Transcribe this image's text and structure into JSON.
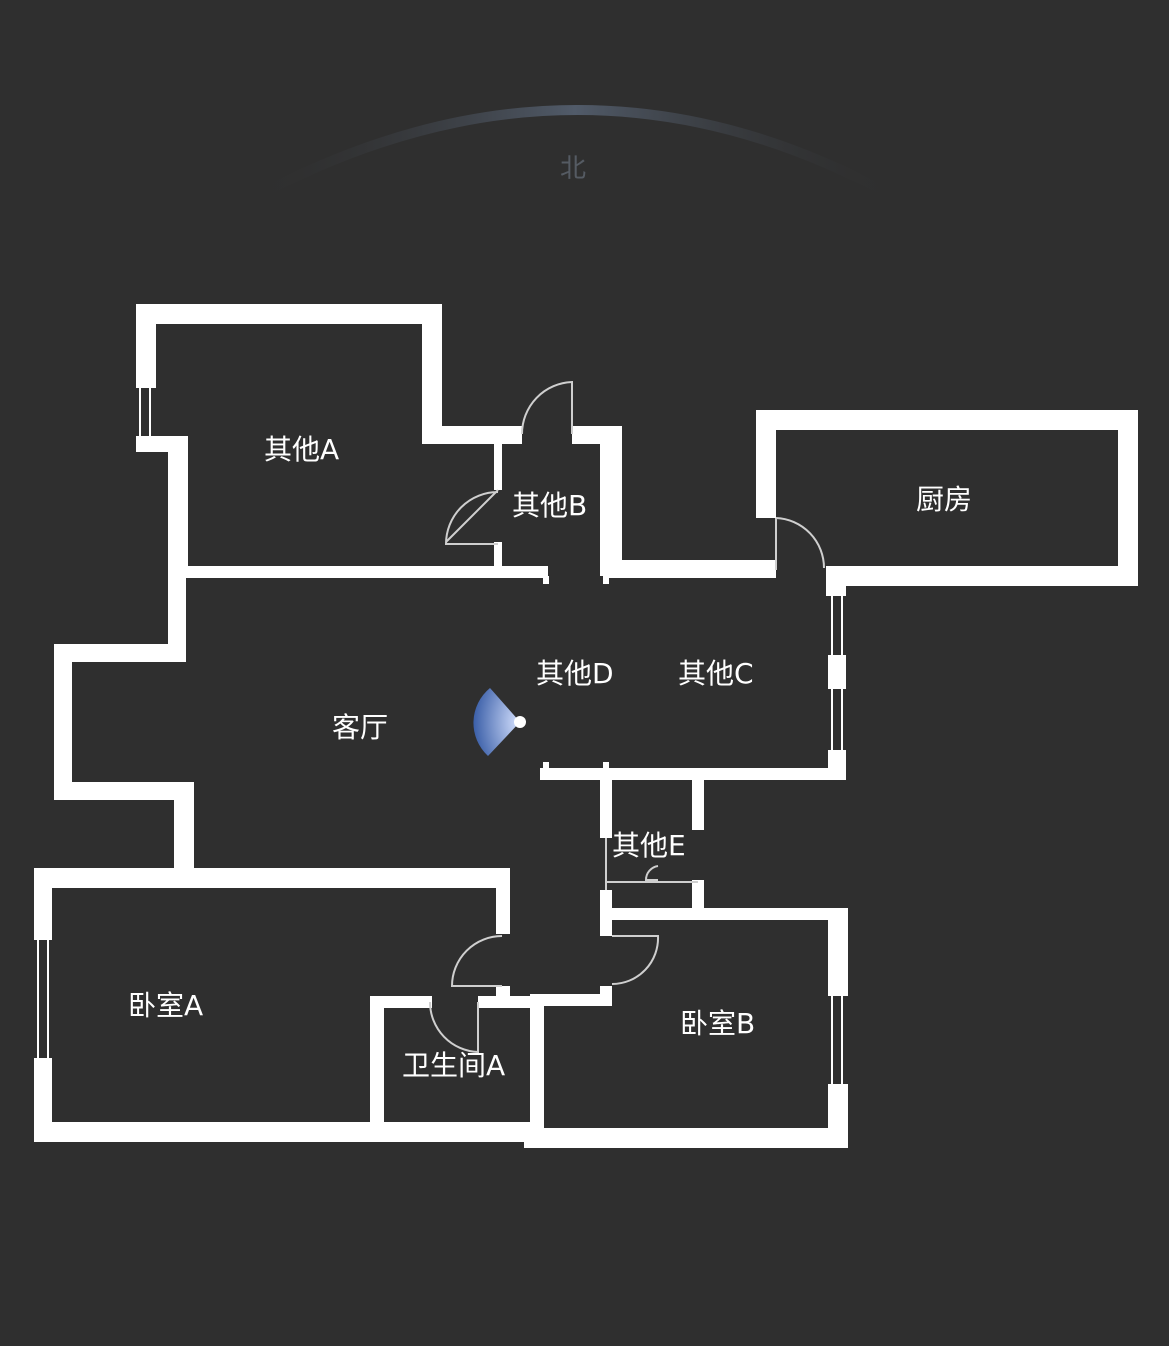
{
  "compass": {
    "label": "北"
  },
  "rooms": {
    "other_a": "其他A",
    "other_b": "其他B",
    "kitchen": "厨房",
    "other_d": "其他D",
    "other_c": "其他C",
    "living_room": "客厅",
    "other_e": "其他E",
    "bedroom_a": "卧室A",
    "bedroom_b": "卧室B",
    "bathroom_a": "卫生间A"
  },
  "colors": {
    "background": "#2f2f2f",
    "wall": "#ffffff",
    "floor": "#2f2f2f",
    "compass_arc": "#4a5566",
    "viewpoint": "#9fb6e6"
  }
}
